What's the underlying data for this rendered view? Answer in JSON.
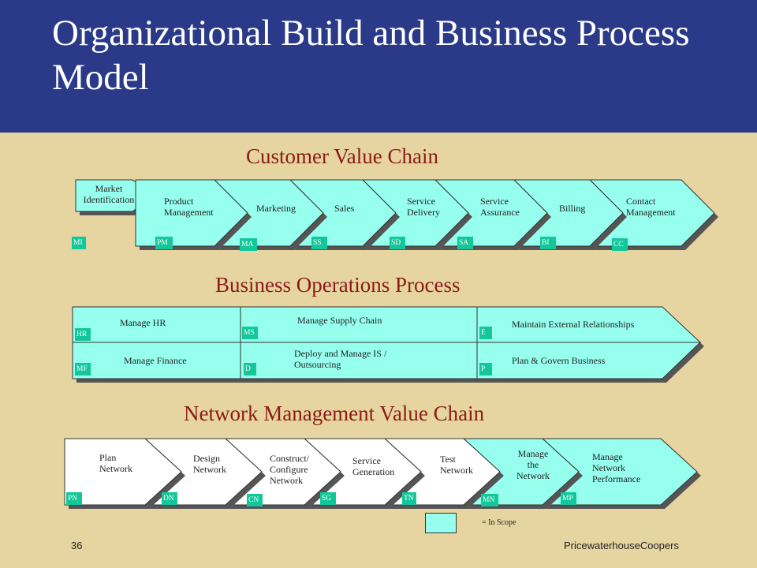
{
  "title": "Organizational Build and Business Process Model",
  "colors": {
    "header": "#2A3A88",
    "background": "#E6D5A0",
    "in_scope": "#96FFEE",
    "out_of_scope": "#FFFFFF",
    "code_box": "#13C79A",
    "section_title": "#8B1A1A"
  },
  "sections": {
    "customer_value_chain": "Customer Value Chain",
    "business_operations": "Business Operations Process",
    "network_management": "Network Management Value Chain"
  },
  "cvc_items": [
    {
      "label": "Market\nIdentification",
      "code": "MI",
      "in_scope": true
    },
    {
      "label": "Product\nManagement",
      "code": "PM",
      "in_scope": true
    },
    {
      "label": "Marketing",
      "code": "MA",
      "in_scope": true
    },
    {
      "label": "Sales",
      "code": "SS",
      "in_scope": true
    },
    {
      "label": "Service\nDelivery",
      "code": "SD",
      "in_scope": true
    },
    {
      "label": "Service\nAssurance",
      "code": "SA",
      "in_scope": true
    },
    {
      "label": "Billing",
      "code": "BI",
      "in_scope": true
    },
    {
      "label": "Contact\nManagement",
      "code": "CC",
      "in_scope": true
    }
  ],
  "bop_items": [
    {
      "label": "Manage HR",
      "code": "HR",
      "in_scope": true
    },
    {
      "label": "Manage Finance",
      "code": "MF",
      "in_scope": true
    },
    {
      "label": "Manage Supply  Chain",
      "code": "MS",
      "in_scope": true
    },
    {
      "label": "Deploy and Manage IS /\nOutsourcing",
      "code": "D",
      "in_scope": true
    },
    {
      "label": "Maintain External Relationships",
      "code": "E",
      "in_scope": true
    },
    {
      "label": "Plan & Govern Business",
      "code": "P",
      "in_scope": true
    }
  ],
  "nmvc_items": [
    {
      "label": "Plan\n    Network",
      "code": "PN",
      "in_scope": false
    },
    {
      "label": "Design\nNetwork",
      "code": "DN",
      "in_scope": false
    },
    {
      "label": "Construct/\nConfigure\nNetwork",
      "code": "CN",
      "in_scope": false
    },
    {
      "label": "Service\nGeneration",
      "code": "SG",
      "in_scope": false
    },
    {
      "label": "Test\nNetwork",
      "code": "TN",
      "in_scope": false
    },
    {
      "label": "Manage\nthe\nNetwork",
      "code": "MN",
      "in_scope": true
    },
    {
      "label": "Manage\nNetwork\nPerformance",
      "code": "MP",
      "in_scope": true
    }
  ],
  "legend": "= In Scope",
  "page_number": "36",
  "footer": "PricewaterhouseCoopers"
}
